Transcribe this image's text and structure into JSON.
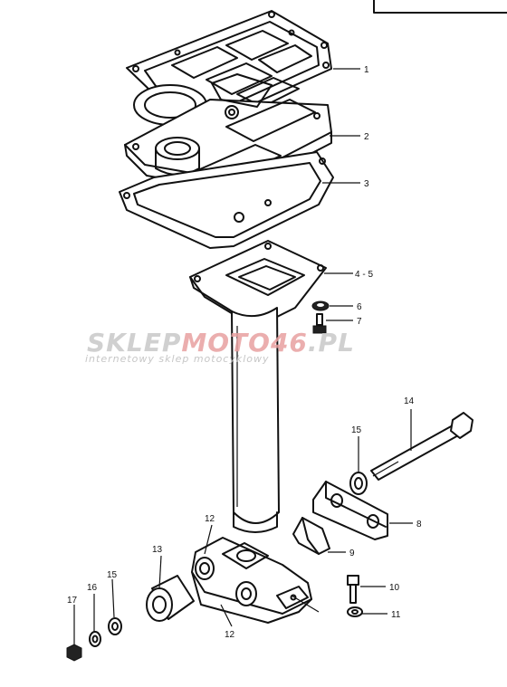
{
  "callouts": [
    {
      "id": "1",
      "part": "gasket-1"
    },
    {
      "id": "2",
      "part": "plate-2"
    },
    {
      "id": "3",
      "part": "gasket-3"
    },
    {
      "id": "4 - 5",
      "part": "exhaust-tube"
    },
    {
      "id": "6",
      "part": "washer-6"
    },
    {
      "id": "7",
      "part": "bolt-7"
    },
    {
      "id": "8",
      "part": "bracket-8"
    },
    {
      "id": "9",
      "part": "clip-9"
    },
    {
      "id": "10",
      "part": "bolt-10"
    },
    {
      "id": "11",
      "part": "washer-11"
    },
    {
      "id": "12",
      "part": "lower-housing"
    },
    {
      "id": "12",
      "part": "lower-housing"
    },
    {
      "id": "13",
      "part": "mount-13"
    },
    {
      "id": "14",
      "part": "long-bolt-14"
    },
    {
      "id": "15",
      "part": "washer-15"
    },
    {
      "id": "15",
      "part": "washer-15b"
    },
    {
      "id": "16",
      "part": "washer-16"
    },
    {
      "id": "17",
      "part": "nut-17"
    }
  ],
  "watermark": {
    "brand_part1": "SKLEP",
    "brand_part2": "MOTO",
    "brand_part3": "46",
    "brand_part4": ".PL",
    "tagline": "internetowy sklep motocyklowy",
    "color_grey": "#c8c8c8",
    "color_red": "#e8a0a0"
  }
}
